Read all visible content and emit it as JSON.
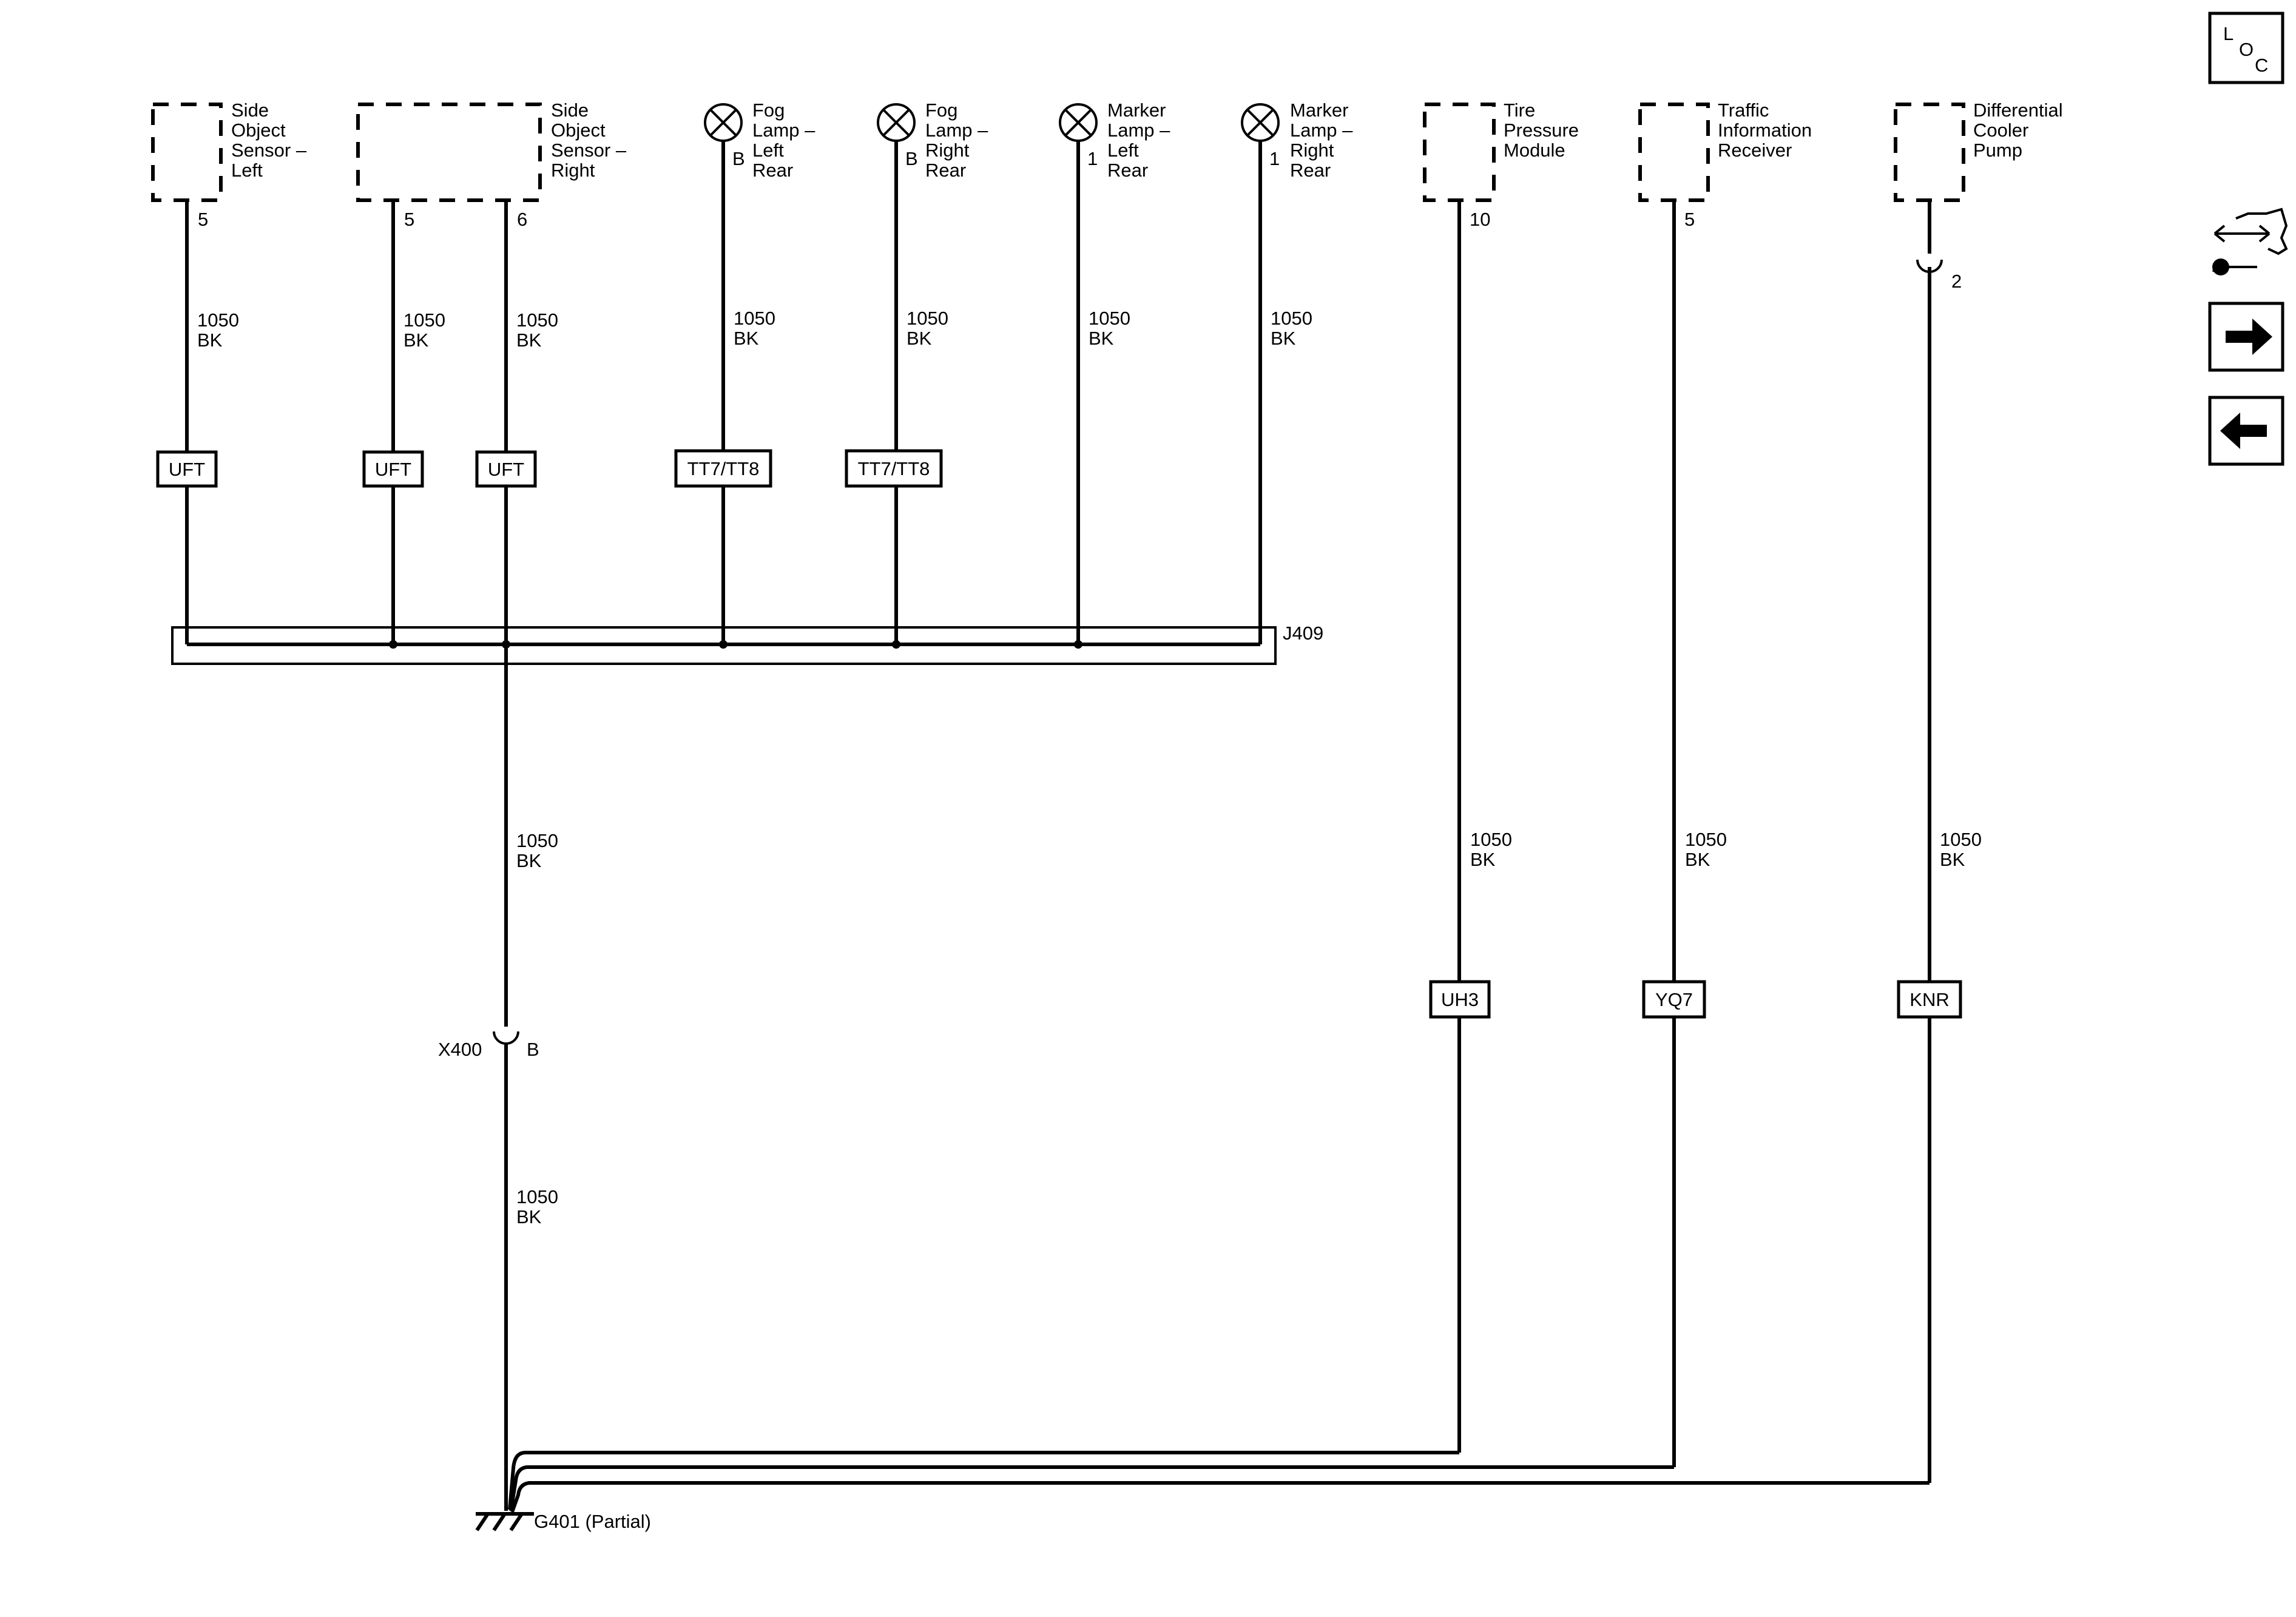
{
  "components": [
    {
      "key": "sos_left",
      "lines": [
        "Side",
        "Object",
        "Sensor –",
        "Left"
      ],
      "pins": [
        "5"
      ]
    },
    {
      "key": "sos_right",
      "lines": [
        "Side",
        "Object",
        "Sensor –",
        "Right"
      ],
      "pins": [
        "5",
        "6"
      ]
    },
    {
      "key": "fog_lr",
      "lines": [
        "Fog",
        "Lamp –",
        "Left",
        "Rear"
      ],
      "pins": [
        "B"
      ]
    },
    {
      "key": "fog_rr",
      "lines": [
        "Fog",
        "Lamp –",
        "Right",
        "Rear"
      ],
      "pins": [
        "B"
      ]
    },
    {
      "key": "mk_lr",
      "lines": [
        "Marker",
        "Lamp –",
        "Left",
        "Rear"
      ],
      "pins": [
        "1"
      ]
    },
    {
      "key": "mk_rr",
      "lines": [
        "Marker",
        "Lamp –",
        "Right",
        "Rear"
      ],
      "pins": [
        "1"
      ]
    },
    {
      "key": "tpm",
      "lines": [
        "Tire",
        "Pressure",
        "Module"
      ],
      "pins": [
        "10"
      ]
    },
    {
      "key": "tir",
      "lines": [
        "Traffic",
        "Information",
        "Receiver"
      ],
      "pins": [
        "5"
      ]
    },
    {
      "key": "dcp",
      "lines": [
        "Differential",
        "Cooler",
        "Pump"
      ],
      "pins": [
        "2"
      ]
    }
  ],
  "wire": {
    "circuit": "1050",
    "color": "BK"
  },
  "options": [
    "UFT",
    "UFT",
    "UFT",
    "TT7/TT8",
    "TT7/TT8",
    "UH3",
    "YQ7",
    "KNR"
  ],
  "splice": "J409",
  "connector": {
    "name": "X400",
    "pin": "B"
  },
  "ground": "G401 (Partial)",
  "loc": {
    "l": "L",
    "o": "O",
    "c": "C"
  },
  "nav": {
    "service_icon": "service-info-icon",
    "next_icon": "arrow-right-icon",
    "prev_icon": "arrow-left-icon"
  }
}
